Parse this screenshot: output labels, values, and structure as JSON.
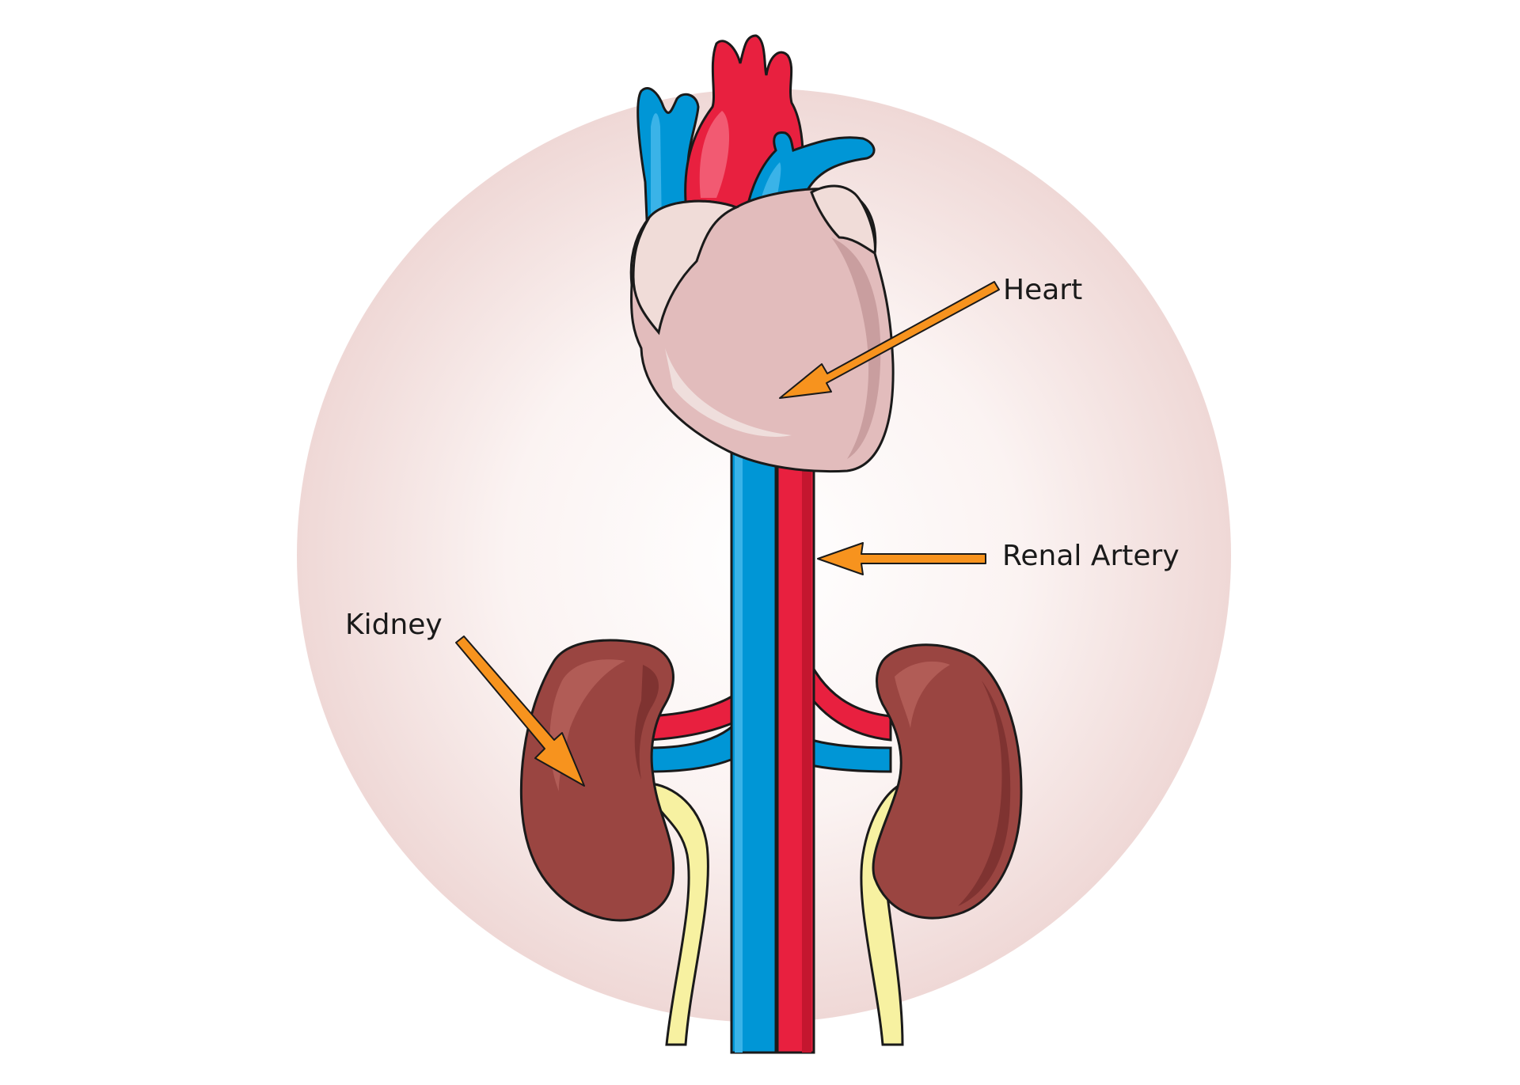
{
  "labels": {
    "heart": "Heart",
    "renal_artery": "Renal Artery",
    "kidney": "Kidney"
  },
  "colors": {
    "background": "#ffffff",
    "halo_center": "#ffffff",
    "halo_edge": "#efd8d6",
    "vein_blue": "#0096d6",
    "vein_blue_light": "#3ab3e8",
    "artery_red": "#e8203f",
    "artery_red_light": "#f25a72",
    "heart_pink": "#e2bcbc",
    "heart_light": "#f0dcd8",
    "kidney_brown": "#9a4541",
    "kidney_dark": "#7f3331",
    "ureter_yellow": "#f7f1a1",
    "arrow_orange": "#f7931e",
    "outline": "#1a1a1a"
  }
}
